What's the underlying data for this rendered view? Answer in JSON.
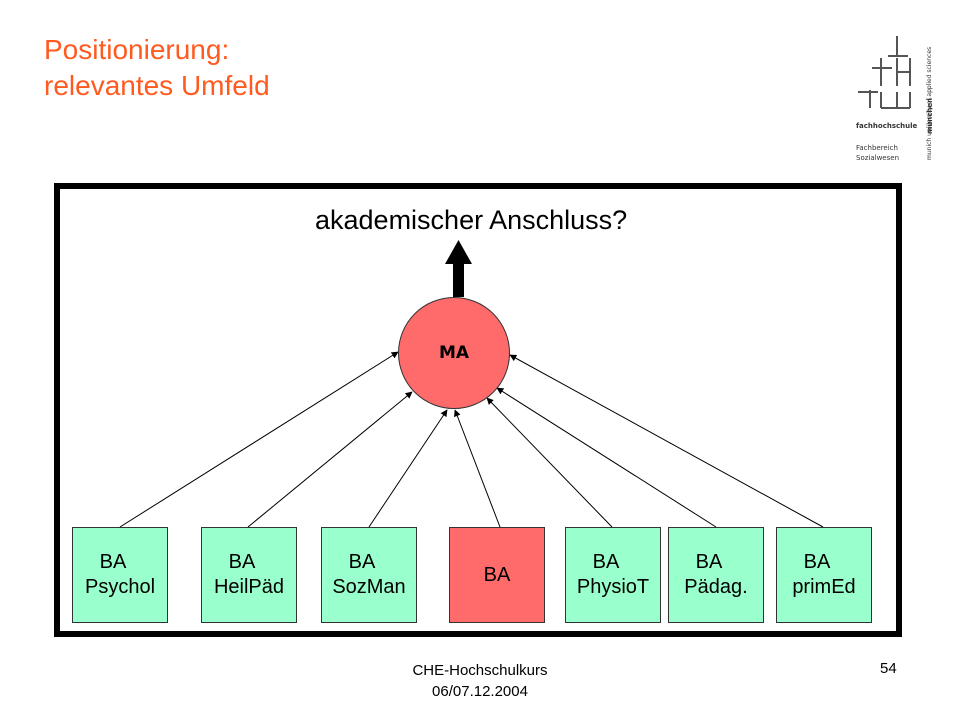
{
  "slide": {
    "title_line1": "Positionierung:",
    "title_line2": "relevantes Umfeld",
    "question": "akademischer Anschluss?",
    "center_node": "MA",
    "boxes": [
      {
        "line1": "BA",
        "line2": "Psychol",
        "color": "#99ffcc"
      },
      {
        "line1": "BA",
        "line2": "HeilPäd",
        "color": "#99ffcc"
      },
      {
        "line1": "BA",
        "line2": "SozMan",
        "color": "#99ffcc"
      },
      {
        "line1": "BA",
        "line2": "",
        "color": "#ff6b6b"
      },
      {
        "line1": "BA",
        "line2": "PhysioT",
        "color": "#99ffcc"
      },
      {
        "line1": "BA",
        "line2": "Pädag.",
        "color": "#99ffcc"
      },
      {
        "line1": "BA",
        "line2": "primEd",
        "color": "#99ffcc"
      }
    ]
  },
  "logo": {
    "name": "fachhochschule",
    "city": "münchen",
    "department_line1": "Fachbereich",
    "department_line2": "Sozialwesen",
    "vertical_text": "munich university of applied sciences"
  },
  "footer": {
    "line1": "CHE-Hochschulkurs",
    "line2": "06/07.12.2004",
    "page_number": "54"
  },
  "colors": {
    "title": "#ff5a1f",
    "box_green": "#99ffcc",
    "box_red": "#ff6b6b",
    "circle": "#ff6b6b"
  }
}
